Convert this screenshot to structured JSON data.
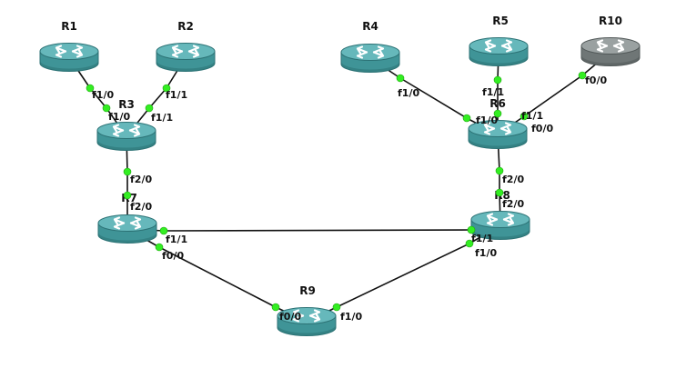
{
  "colors": {
    "router_body": "#3f9497",
    "router_top": "#66b8bb",
    "router_dark": "#2c7275",
    "router_off_body": "#6f7676",
    "router_off_top": "#9aa1a1",
    "router_off_dark": "#525959",
    "link": "#111111",
    "port": "#33ee22"
  },
  "icons": {
    "router": "router-icon"
  },
  "routers": [
    {
      "id": "R1",
      "label": "R1",
      "state": "active"
    },
    {
      "id": "R2",
      "label": "R2",
      "state": "active"
    },
    {
      "id": "R3",
      "label": "R3",
      "state": "active"
    },
    {
      "id": "R4",
      "label": "R4",
      "state": "active"
    },
    {
      "id": "R5",
      "label": "R5",
      "state": "active"
    },
    {
      "id": "R10",
      "label": "R10",
      "state": "stopped"
    },
    {
      "id": "R6",
      "label": "R6",
      "state": "active"
    },
    {
      "id": "R7",
      "label": "R7",
      "state": "active"
    },
    {
      "id": "R8",
      "label": "R8",
      "state": "active"
    },
    {
      "id": "R9",
      "label": "R9",
      "state": "active"
    }
  ],
  "links": [
    {
      "from": "R1",
      "from_port": "f1/0",
      "to": "R3",
      "to_port": "f1/0"
    },
    {
      "from": "R2",
      "from_port": "f1/1",
      "to": "R3",
      "to_port": "f1/1"
    },
    {
      "from": "R3",
      "from_port": "f2/0",
      "to": "R7",
      "to_port": "f2/0"
    },
    {
      "from": "R4",
      "from_port": "f1/0",
      "to": "R6",
      "to_port": "f1/0"
    },
    {
      "from": "R5",
      "from_port": "f1/1",
      "to": "R6",
      "to_port": "f1/1"
    },
    {
      "from": "R10",
      "from_port": "f0/0",
      "to": "R6",
      "to_port": "f0/0"
    },
    {
      "from": "R6",
      "from_port": "f2/0",
      "to": "R8",
      "to_port": "f2/0"
    },
    {
      "from": "R7",
      "from_port": "f1/1",
      "to": "R8",
      "to_port": "f1/1"
    },
    {
      "from": "R7",
      "from_port": "f0/0",
      "to": "R9",
      "to_port": "f0/0"
    },
    {
      "from": "R8",
      "from_port": "f1/0",
      "to": "R9",
      "to_port": "f1/0"
    }
  ]
}
